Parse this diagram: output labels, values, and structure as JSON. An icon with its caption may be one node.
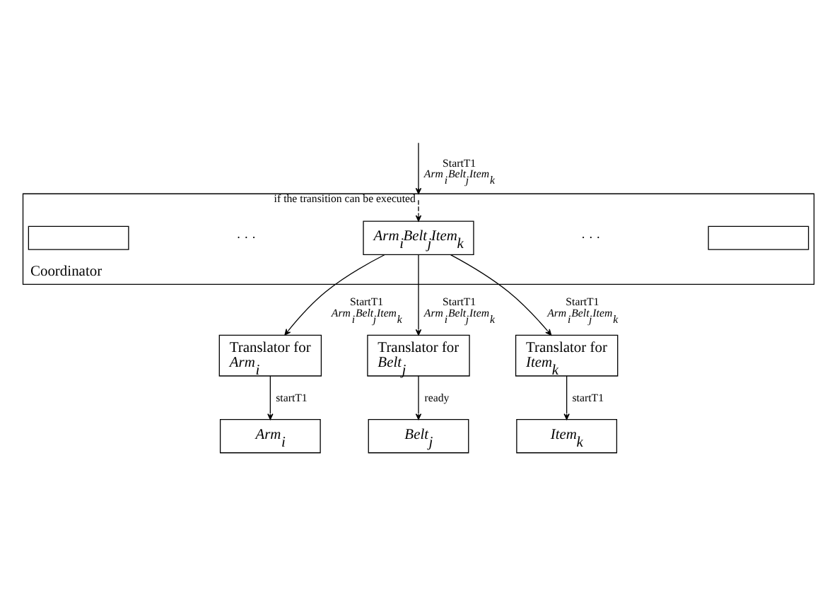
{
  "diagram": {
    "nodes": [
      {
        "text": [
          "Coordinator"
        ]
      },
      {
        "text": [],
        "shape": "box",
        "in": 0
      },
      {
        "text": [
          "*Arm*$_{i}$*Belt*$_{j}$*Item*$_{k}$"
        ],
        "in": 0
      },
      {
        "text": [],
        "shape": "box",
        "in": 0
      },
      {
        "text": [
          "Translator for *Arm*$_{i}$"
        ]
      },
      {
        "text": [
          "Translator for *Belt*$_{j}$"
        ]
      },
      {
        "text": [
          "Translator for *Item*$_{k}$"
        ]
      },
      {
        "text": [
          "*Arm*$_{i}$"
        ]
      },
      {
        "text": [
          "*Belt*$_{j}$"
        ]
      },
      {
        "text": [
          "*Item*$_{k}$"
        ]
      }
    ],
    "edges": [
      {
        "from": null,
        "to": 0,
        "arrow": "to",
        "label": "StartT1 *Arm*$_{i}$*Belt*$_{j}$*Item*$_{k}$"
      },
      {
        "from": 0,
        "to": 2,
        "arrow": "to",
        "style": "dashed",
        "label": "if the transition can be executed"
      },
      {
        "from": 2,
        "to": 4,
        "arrow": "to",
        "label": "StartT1 *Arm*$_{i}$*Belt*$_{j}$*Item*$_{k}$"
      },
      {
        "from": 2,
        "to": 5,
        "arrow": "to",
        "label": "StartT1 *Arm*$_{i}$*Belt*$_{j}$*Item*$_{k}$"
      },
      {
        "from": 2,
        "to": 6,
        "arrow": "to",
        "label": "StartT1 *Arm*$_{i}$*Belt*$_{j}$*Item*$_{k}$"
      },
      {
        "from": 4,
        "to": 7,
        "arrow": "to",
        "label": "startT1"
      },
      {
        "from": 5,
        "to": 8,
        "arrow": "to",
        "label": "ready"
      },
      {
        "from": 6,
        "to": 9,
        "arrow": "to",
        "label": "startT1"
      }
    ],
    "labels": [
      "· · ·",
      "· · ·"
    ]
  }
}
